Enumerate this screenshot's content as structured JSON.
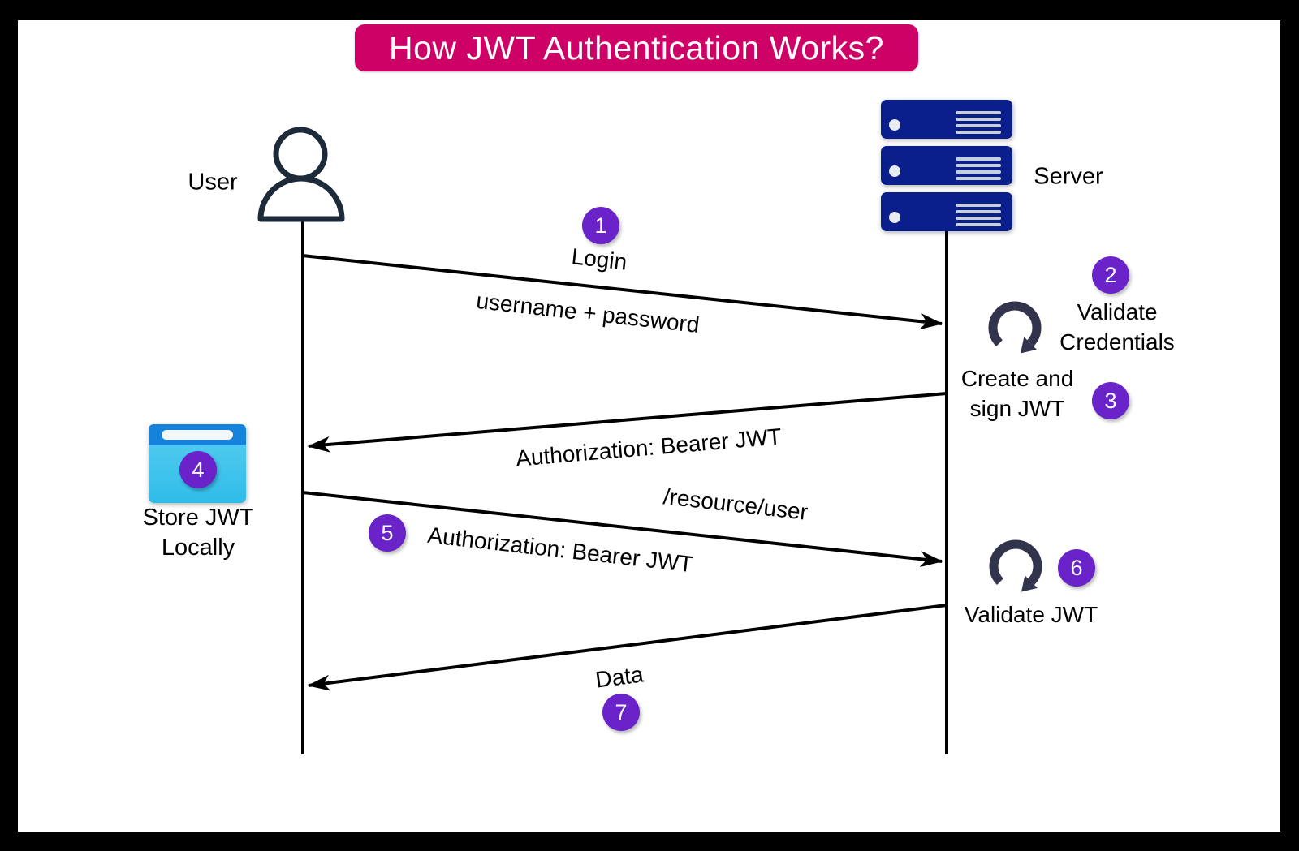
{
  "title": "How JWT Authentication Works?",
  "actors": {
    "user": "User",
    "server": "Server"
  },
  "flow": {
    "step1": {
      "num": "1",
      "label": "Login",
      "detail": "username + password"
    },
    "step2": {
      "num": "2",
      "line1": "Validate",
      "line2": "Credentials"
    },
    "step3": {
      "num": "3",
      "line1": "Create and",
      "line2": "sign JWT"
    },
    "auth_response": "Authorization: Bearer JWT",
    "step4": {
      "num": "4",
      "line1": "Store JWT",
      "line2": "Locally"
    },
    "step5": {
      "num": "5",
      "label": "Authorization: Bearer JWT",
      "path": "/resource/user"
    },
    "step6": {
      "num": "6",
      "label": "Validate JWT"
    },
    "step7": {
      "num": "7",
      "label": "Data"
    }
  },
  "icons": {
    "user": "person-icon",
    "server": "server-stack-icon",
    "validate_credentials": "rotate-loop-icon",
    "validate_jwt": "rotate-loop-icon",
    "store_jwt": "browser-window-icon"
  },
  "colors": {
    "title_bg": "#CE0266",
    "title_text": "#FFFFFF",
    "badge_bg": "#6923C8",
    "badge_text": "#FFFFFF",
    "server_fill": "#0A1E8C",
    "person_stroke": "#1C2A3A",
    "loop_icon": "#32334D",
    "browser_top_bar": "#1583DC",
    "browser_body": "#45C6EE",
    "arrow_line": "#000000",
    "frame": "#000000",
    "canvas": "#FFFFFF"
  }
}
